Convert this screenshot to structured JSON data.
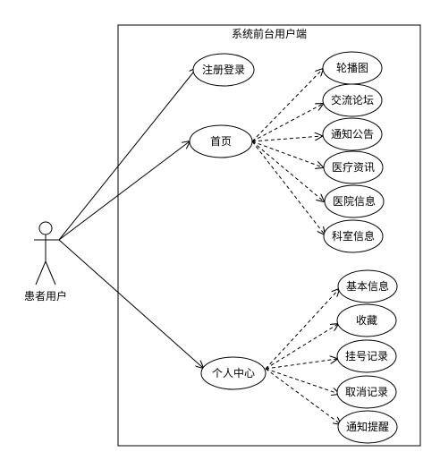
{
  "system": {
    "title": "系统前台用户端"
  },
  "actor": {
    "label": "患者用户"
  },
  "use_cases": {
    "register_login": "注册登录",
    "home": "首页",
    "personal_center": "个人中心",
    "carousel": "轮播图",
    "forum": "交流论坛",
    "notice": "通知公告",
    "medical_news": "医疗资讯",
    "hospital_info": "医院信息",
    "department_info": "科室信息",
    "basic_info": "基本信息",
    "favorites": "收藏",
    "registration_record": "挂号记录",
    "cancel_record": "取消记录",
    "notification_reminder": "通知提醒"
  },
  "relations": [
    {
      "from": "actor",
      "to": "register_login",
      "style": "association"
    },
    {
      "from": "actor",
      "to": "home",
      "style": "association"
    },
    {
      "from": "actor",
      "to": "personal_center",
      "style": "association"
    },
    {
      "from": "home",
      "to": "carousel",
      "style": "dependency"
    },
    {
      "from": "home",
      "to": "forum",
      "style": "dependency"
    },
    {
      "from": "home",
      "to": "notice",
      "style": "dependency"
    },
    {
      "from": "home",
      "to": "medical_news",
      "style": "dependency"
    },
    {
      "from": "home",
      "to": "hospital_info",
      "style": "dependency"
    },
    {
      "from": "home",
      "to": "department_info",
      "style": "dependency"
    },
    {
      "from": "personal_center",
      "to": "basic_info",
      "style": "dependency"
    },
    {
      "from": "personal_center",
      "to": "favorites",
      "style": "dependency"
    },
    {
      "from": "personal_center",
      "to": "registration_record",
      "style": "dependency"
    },
    {
      "from": "personal_center",
      "to": "cancel_record",
      "style": "dependency"
    },
    {
      "from": "personal_center",
      "to": "notification_reminder",
      "style": "dependency"
    }
  ]
}
